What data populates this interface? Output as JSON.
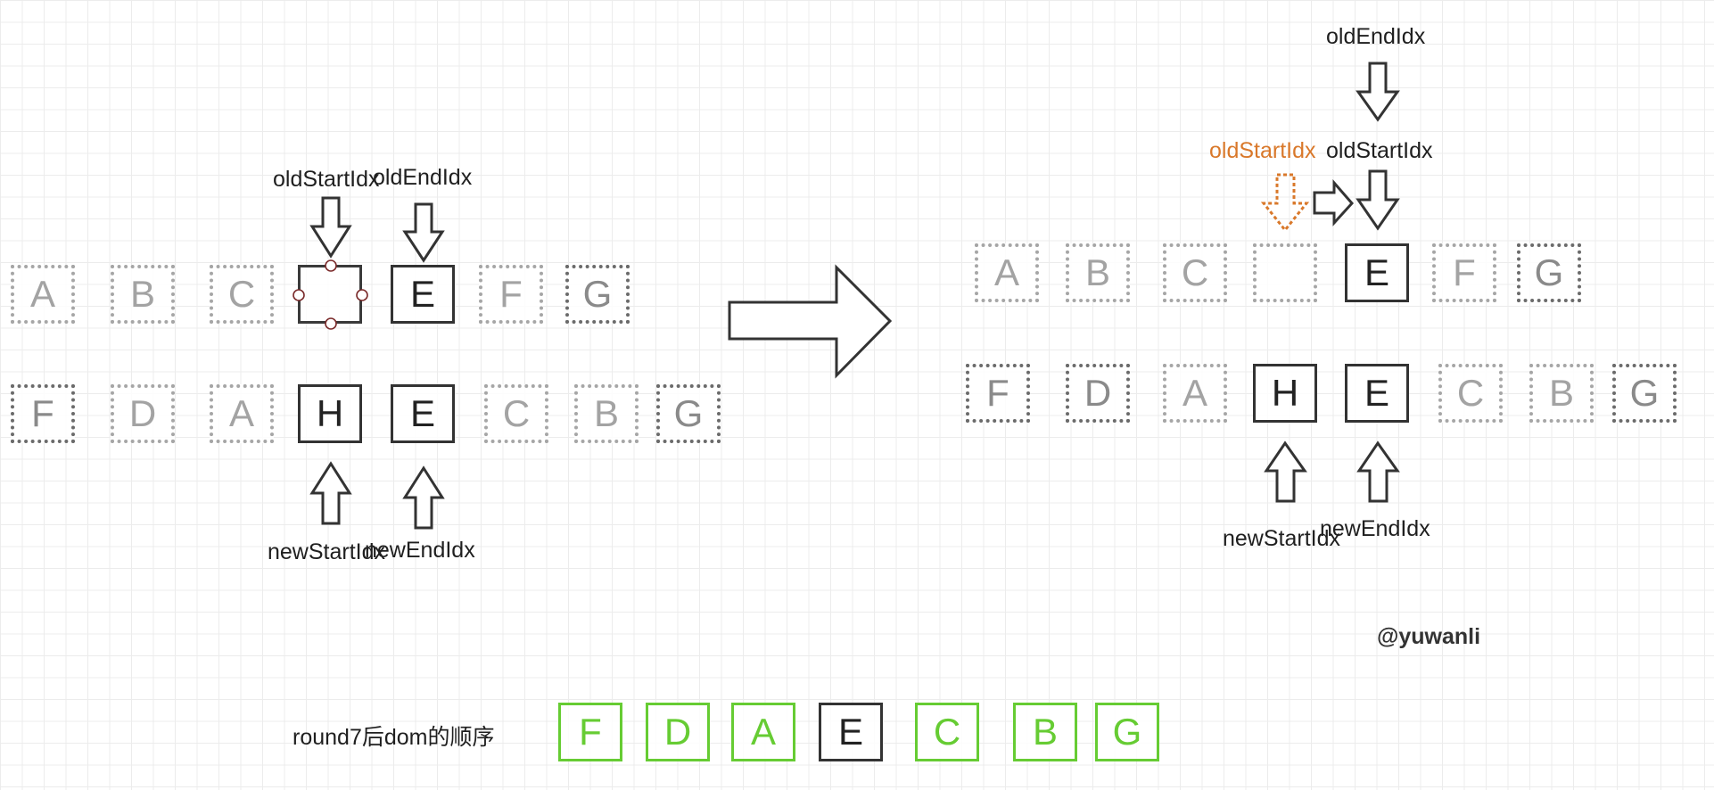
{
  "left": {
    "old_row": [
      {
        "label": "A",
        "style": "dotted-light"
      },
      {
        "label": "B",
        "style": "dotted-light"
      },
      {
        "label": "C",
        "style": "dotted-light"
      },
      {
        "label": "",
        "style": "selected"
      },
      {
        "label": "E",
        "style": "solid"
      },
      {
        "label": "F",
        "style": "dotted-light"
      },
      {
        "label": "G",
        "style": "dotted-dark"
      }
    ],
    "new_row": [
      {
        "label": "F",
        "style": "dotted-dark"
      },
      {
        "label": "D",
        "style": "dotted-light"
      },
      {
        "label": "A",
        "style": "dotted-light"
      },
      {
        "label": "H",
        "style": "solid"
      },
      {
        "label": "E",
        "style": "solid"
      },
      {
        "label": "C",
        "style": "dotted-light"
      },
      {
        "label": "B",
        "style": "dotted-light"
      },
      {
        "label": "G",
        "style": "dotted-dark"
      }
    ],
    "labels": {
      "old_start": "oldStartIdx",
      "old_end": "oldEndIdx",
      "new_start": "newStartIdx",
      "new_end": "newEndIdx"
    }
  },
  "right": {
    "old_row": [
      {
        "label": "A",
        "style": "dotted-light"
      },
      {
        "label": "B",
        "style": "dotted-light"
      },
      {
        "label": "C",
        "style": "dotted-light"
      },
      {
        "label": "",
        "style": "dotted-light"
      },
      {
        "label": "E",
        "style": "solid"
      },
      {
        "label": "F",
        "style": "dotted-light"
      },
      {
        "label": "G",
        "style": "dotted-dark"
      }
    ],
    "new_row": [
      {
        "label": "F",
        "style": "dotted-dark"
      },
      {
        "label": "D",
        "style": "dotted-dark"
      },
      {
        "label": "A",
        "style": "dotted-light"
      },
      {
        "label": "H",
        "style": "solid"
      },
      {
        "label": "E",
        "style": "solid"
      },
      {
        "label": "C",
        "style": "dotted-light"
      },
      {
        "label": "B",
        "style": "dotted-light"
      },
      {
        "label": "G",
        "style": "dotted-dark"
      }
    ],
    "labels": {
      "old_end": "oldEndIdx",
      "old_start_previous": "oldStartIdx",
      "old_start": "oldStartIdx",
      "new_start": "newStartIdx",
      "new_end": "newEndIdx"
    }
  },
  "watermark": "@yuwanli",
  "result": {
    "caption": "round7后dom的顺序",
    "nodes": [
      {
        "label": "F",
        "style": "green"
      },
      {
        "label": "D",
        "style": "green"
      },
      {
        "label": "A",
        "style": "green"
      },
      {
        "label": "E",
        "style": "solid"
      },
      {
        "label": "C",
        "style": "green"
      },
      {
        "label": "B",
        "style": "green"
      },
      {
        "label": "G",
        "style": "green"
      }
    ]
  },
  "colors": {
    "result_node": "#66cc33",
    "highlight_label": "#d9782a",
    "solid_border": "#333333"
  }
}
